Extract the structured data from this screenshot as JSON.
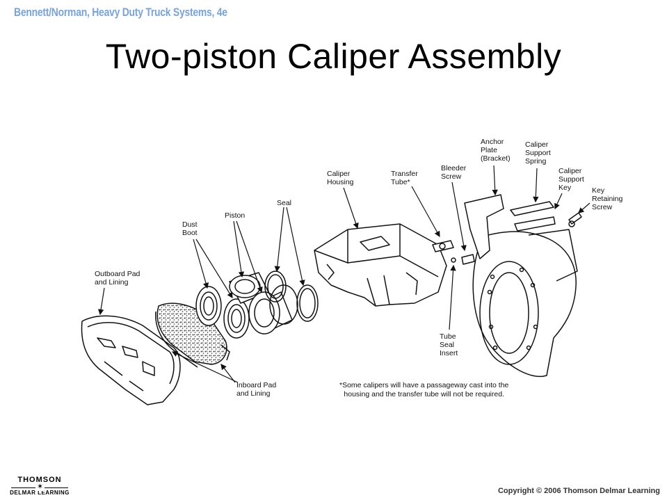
{
  "header": {
    "book_title": "Bennett/Norman, Heavy Duty Truck Systems, 4e"
  },
  "slide": {
    "title": "Two-piston Caliper Assembly"
  },
  "diagram": {
    "labels": {
      "outboard_pad": "Outboard Pad\nand Lining",
      "dust_boot": "Dust\nBoot",
      "piston": "Piston",
      "seal": "Seal",
      "caliper_housing": "Caliper\nHousing",
      "transfer_tube": "Transfer\nTube*",
      "bleeder_screw": "Bleeder\nScrew",
      "anchor_plate": "Anchor\nPlate\n(Bracket)",
      "caliper_support_spring": "Caliper\nSupport\nSpring",
      "caliper_support_key": "Caliper\nSupport\nKey",
      "key_retaining_screw": "Key\nRetaining\nScrew",
      "tube_seal_insert": "Tube\nSeal\nInsert",
      "inboard_pad": "Inboard Pad\nand Lining"
    },
    "footnote": "*Some calipers will have a passageway cast into the\nhousing and the transfer tube will not be required."
  },
  "footer": {
    "publisher_line1": "THOMSON",
    "publisher_line2": "DELMAR LEARNING",
    "copyright": "Copyright © 2006 Thomson Delmar Learning"
  }
}
